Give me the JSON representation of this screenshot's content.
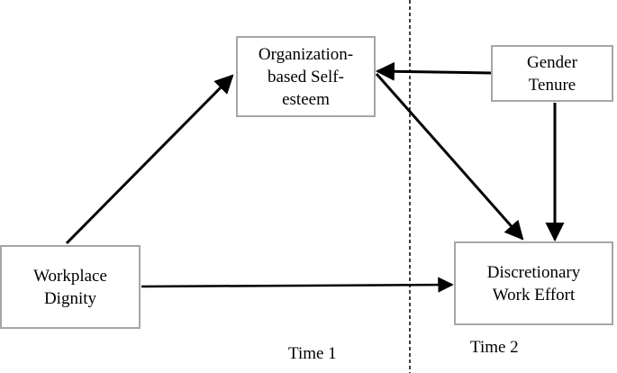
{
  "diagram": {
    "nodes": {
      "obse": {
        "label": "Organization-\nbased Self-\nesteem"
      },
      "gender_tenure": {
        "label": "Gender\nTenure"
      },
      "workplace_dignity": {
        "label": "Workplace\nDignity"
      },
      "dwe": {
        "label": "Discretionary\nWork Effort"
      }
    },
    "edges": [
      {
        "from": "workplace_dignity",
        "to": "obse"
      },
      {
        "from": "workplace_dignity",
        "to": "dwe"
      },
      {
        "from": "obse",
        "to": "dwe"
      },
      {
        "from": "gender_tenure",
        "to": "obse"
      },
      {
        "from": "gender_tenure",
        "to": "dwe"
      }
    ],
    "time_labels": {
      "t1": "Time 1",
      "t2": "Time 2"
    },
    "colors": {
      "box_border": "#a6a6a6",
      "arrow": "#000000",
      "divider": "#000000"
    }
  }
}
